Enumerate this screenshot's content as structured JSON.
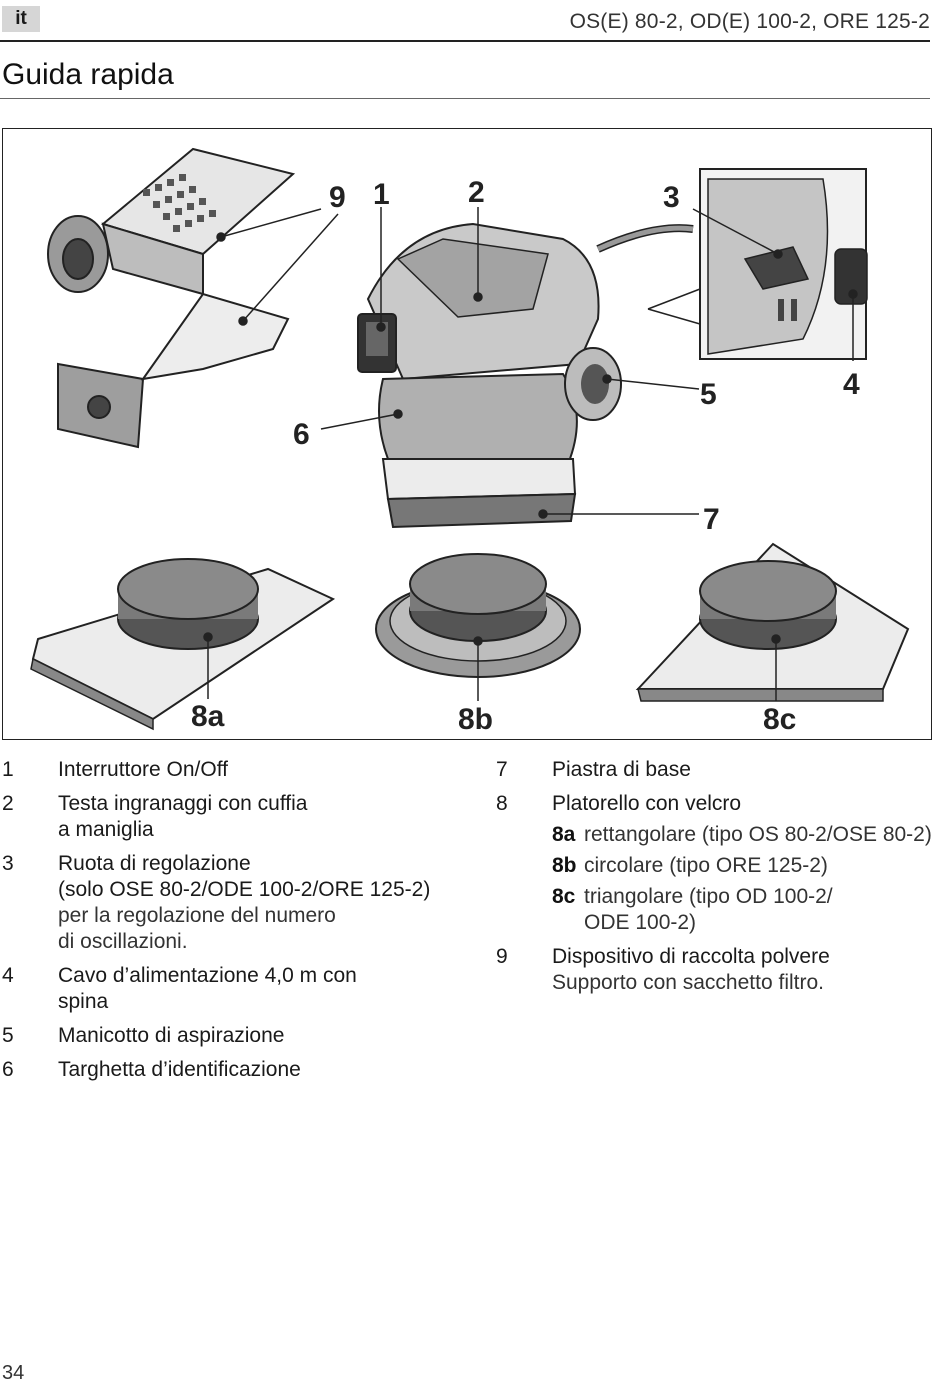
{
  "header": {
    "lang": "it",
    "model": "OS(E) 80-2, OD(E) 100-2, ORE 125-2"
  },
  "page_title": "Guida rapida",
  "figure": {
    "callouts": {
      "c1": "1",
      "c2": "2",
      "c3": "3",
      "c4": "4",
      "c5": "5",
      "c6": "6",
      "c7": "7",
      "c8a": "8a",
      "c8b": "8b",
      "c8c": "8c",
      "c9": "9"
    }
  },
  "legend_left": [
    {
      "num": "1",
      "title": "Interruttore On/Off"
    },
    {
      "num": "2",
      "title_lines": [
        "Testa ingranaggi con cuffia",
        "a maniglia"
      ]
    },
    {
      "num": "3",
      "title_lines": [
        "Ruota di regolazione",
        "(solo OSE 80-2/ODE 100-2/ORE 125-2)"
      ],
      "desc_lines": [
        "per la regolazione del numero",
        "di oscillazioni."
      ]
    },
    {
      "num": "4",
      "title_lines": [
        "Cavo d’alimentazione 4,0 m con",
        "spina"
      ]
    },
    {
      "num": "5",
      "title": "Manicotto di aspirazione"
    },
    {
      "num": "6",
      "title": "Targhetta d’identificazione"
    }
  ],
  "legend_right": [
    {
      "num": "7",
      "title": "Piastra di base"
    },
    {
      "num": "8",
      "title": "Platorello con velcro",
      "subs": [
        {
          "code": "8a",
          "lines": [
            "rettangolare (tipo OS 80-2/OSE 80-2)"
          ]
        },
        {
          "code": "8b",
          "lines": [
            "circolare (tipo ORE 125-2)"
          ]
        },
        {
          "code": "8c",
          "lines": [
            "triangolare (tipo OD 100-2/",
            "ODE 100-2)"
          ]
        }
      ]
    },
    {
      "num": "9",
      "title": "Dispositivo di raccolta polvere",
      "desc_lines": [
        "Supporto con sacchetto filtro."
      ]
    }
  ],
  "page_number": "34"
}
